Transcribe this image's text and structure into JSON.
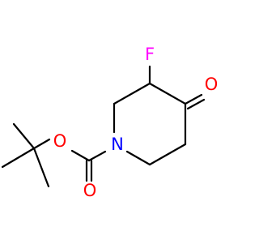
{
  "molecule": {
    "colors": {
      "bond": "#000000",
      "oxygen": "#ff0000",
      "nitrogen": "#0000ff",
      "fluorine": "#ff00ff",
      "background": "#ffffff"
    },
    "atoms": {
      "fluorine": "F",
      "ketone_oxygen": "O",
      "ring_nitrogen": "N",
      "ester_oxygen": "O",
      "carbonyl_oxygen": "O"
    }
  }
}
